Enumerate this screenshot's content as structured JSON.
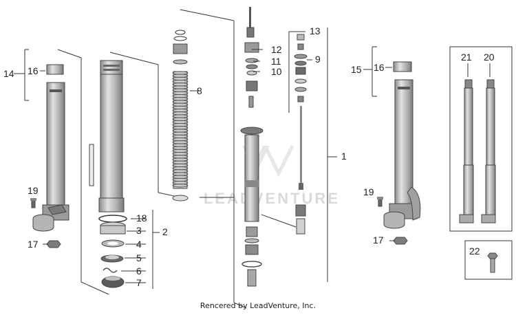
{
  "diagram": {
    "callouts": [
      {
        "id": "1",
        "label": "1"
      },
      {
        "id": "2",
        "label": "2"
      },
      {
        "id": "3",
        "label": "3"
      },
      {
        "id": "4",
        "label": "4"
      },
      {
        "id": "5",
        "label": "5"
      },
      {
        "id": "6",
        "label": "6"
      },
      {
        "id": "7",
        "label": "7"
      },
      {
        "id": "8",
        "label": "8"
      },
      {
        "id": "9",
        "label": "9"
      },
      {
        "id": "10",
        "label": "10"
      },
      {
        "id": "11",
        "label": "11"
      },
      {
        "id": "12",
        "label": "12"
      },
      {
        "id": "13",
        "label": "13"
      },
      {
        "id": "14",
        "label": "14"
      },
      {
        "id": "15",
        "label": "15"
      },
      {
        "id": "16a",
        "label": "16"
      },
      {
        "id": "16b",
        "label": "16"
      },
      {
        "id": "17a",
        "label": "17"
      },
      {
        "id": "17b",
        "label": "17"
      },
      {
        "id": "18",
        "label": "18"
      },
      {
        "id": "19a",
        "label": "19"
      },
      {
        "id": "19b",
        "label": "19"
      },
      {
        "id": "20",
        "label": "20"
      },
      {
        "id": "21",
        "label": "21"
      },
      {
        "id": "22",
        "label": "22"
      }
    ],
    "watermark": "LEADVENTURE",
    "credit": "Rencered by LeadVenture, Inc.",
    "colors": {
      "line": "#333333",
      "part_fill": "#bfbfbf",
      "part_dark": "#6e6e6e",
      "watermark": "#d9d9d9"
    }
  }
}
